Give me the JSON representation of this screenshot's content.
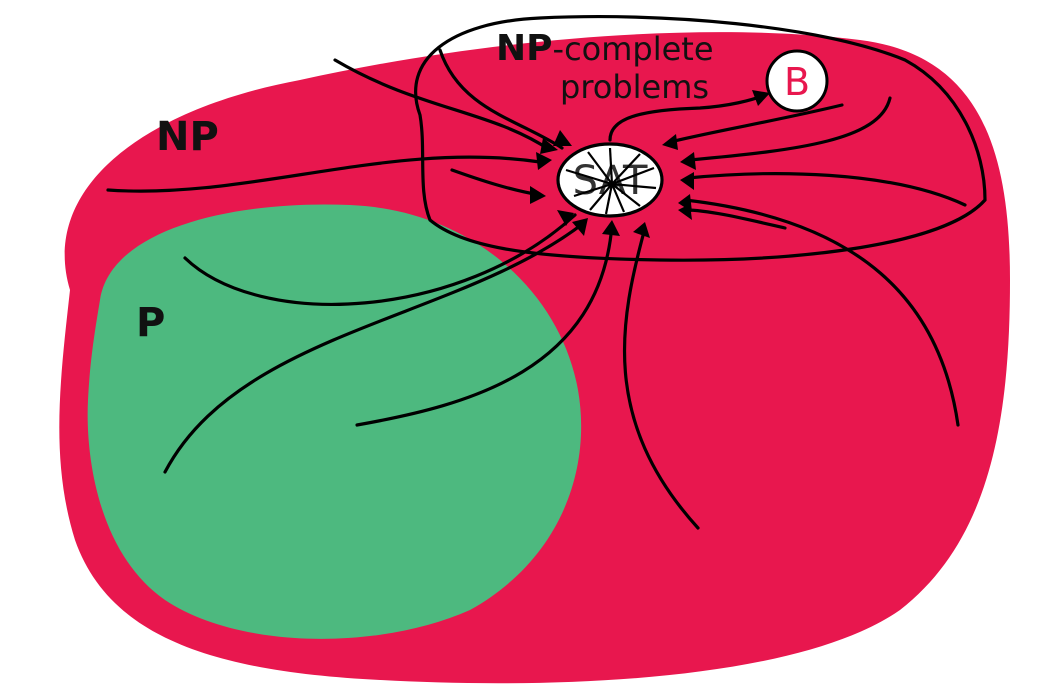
{
  "diagram": {
    "regions": {
      "np": {
        "label": "NP",
        "color": "#e8174e"
      },
      "p": {
        "label": "P",
        "color": "#4db97f"
      },
      "np_complete": {
        "label_bold": "NP",
        "label_rest": "-complete",
        "label_line2": "problems"
      }
    },
    "nodes": {
      "sat": {
        "label": "SAT",
        "fill": "#ffffff"
      },
      "b": {
        "label": "B",
        "fill": "#ffffff",
        "text_color": "#e8174e"
      }
    },
    "colors": {
      "background": "#ffffff",
      "stroke": "#000000"
    }
  }
}
